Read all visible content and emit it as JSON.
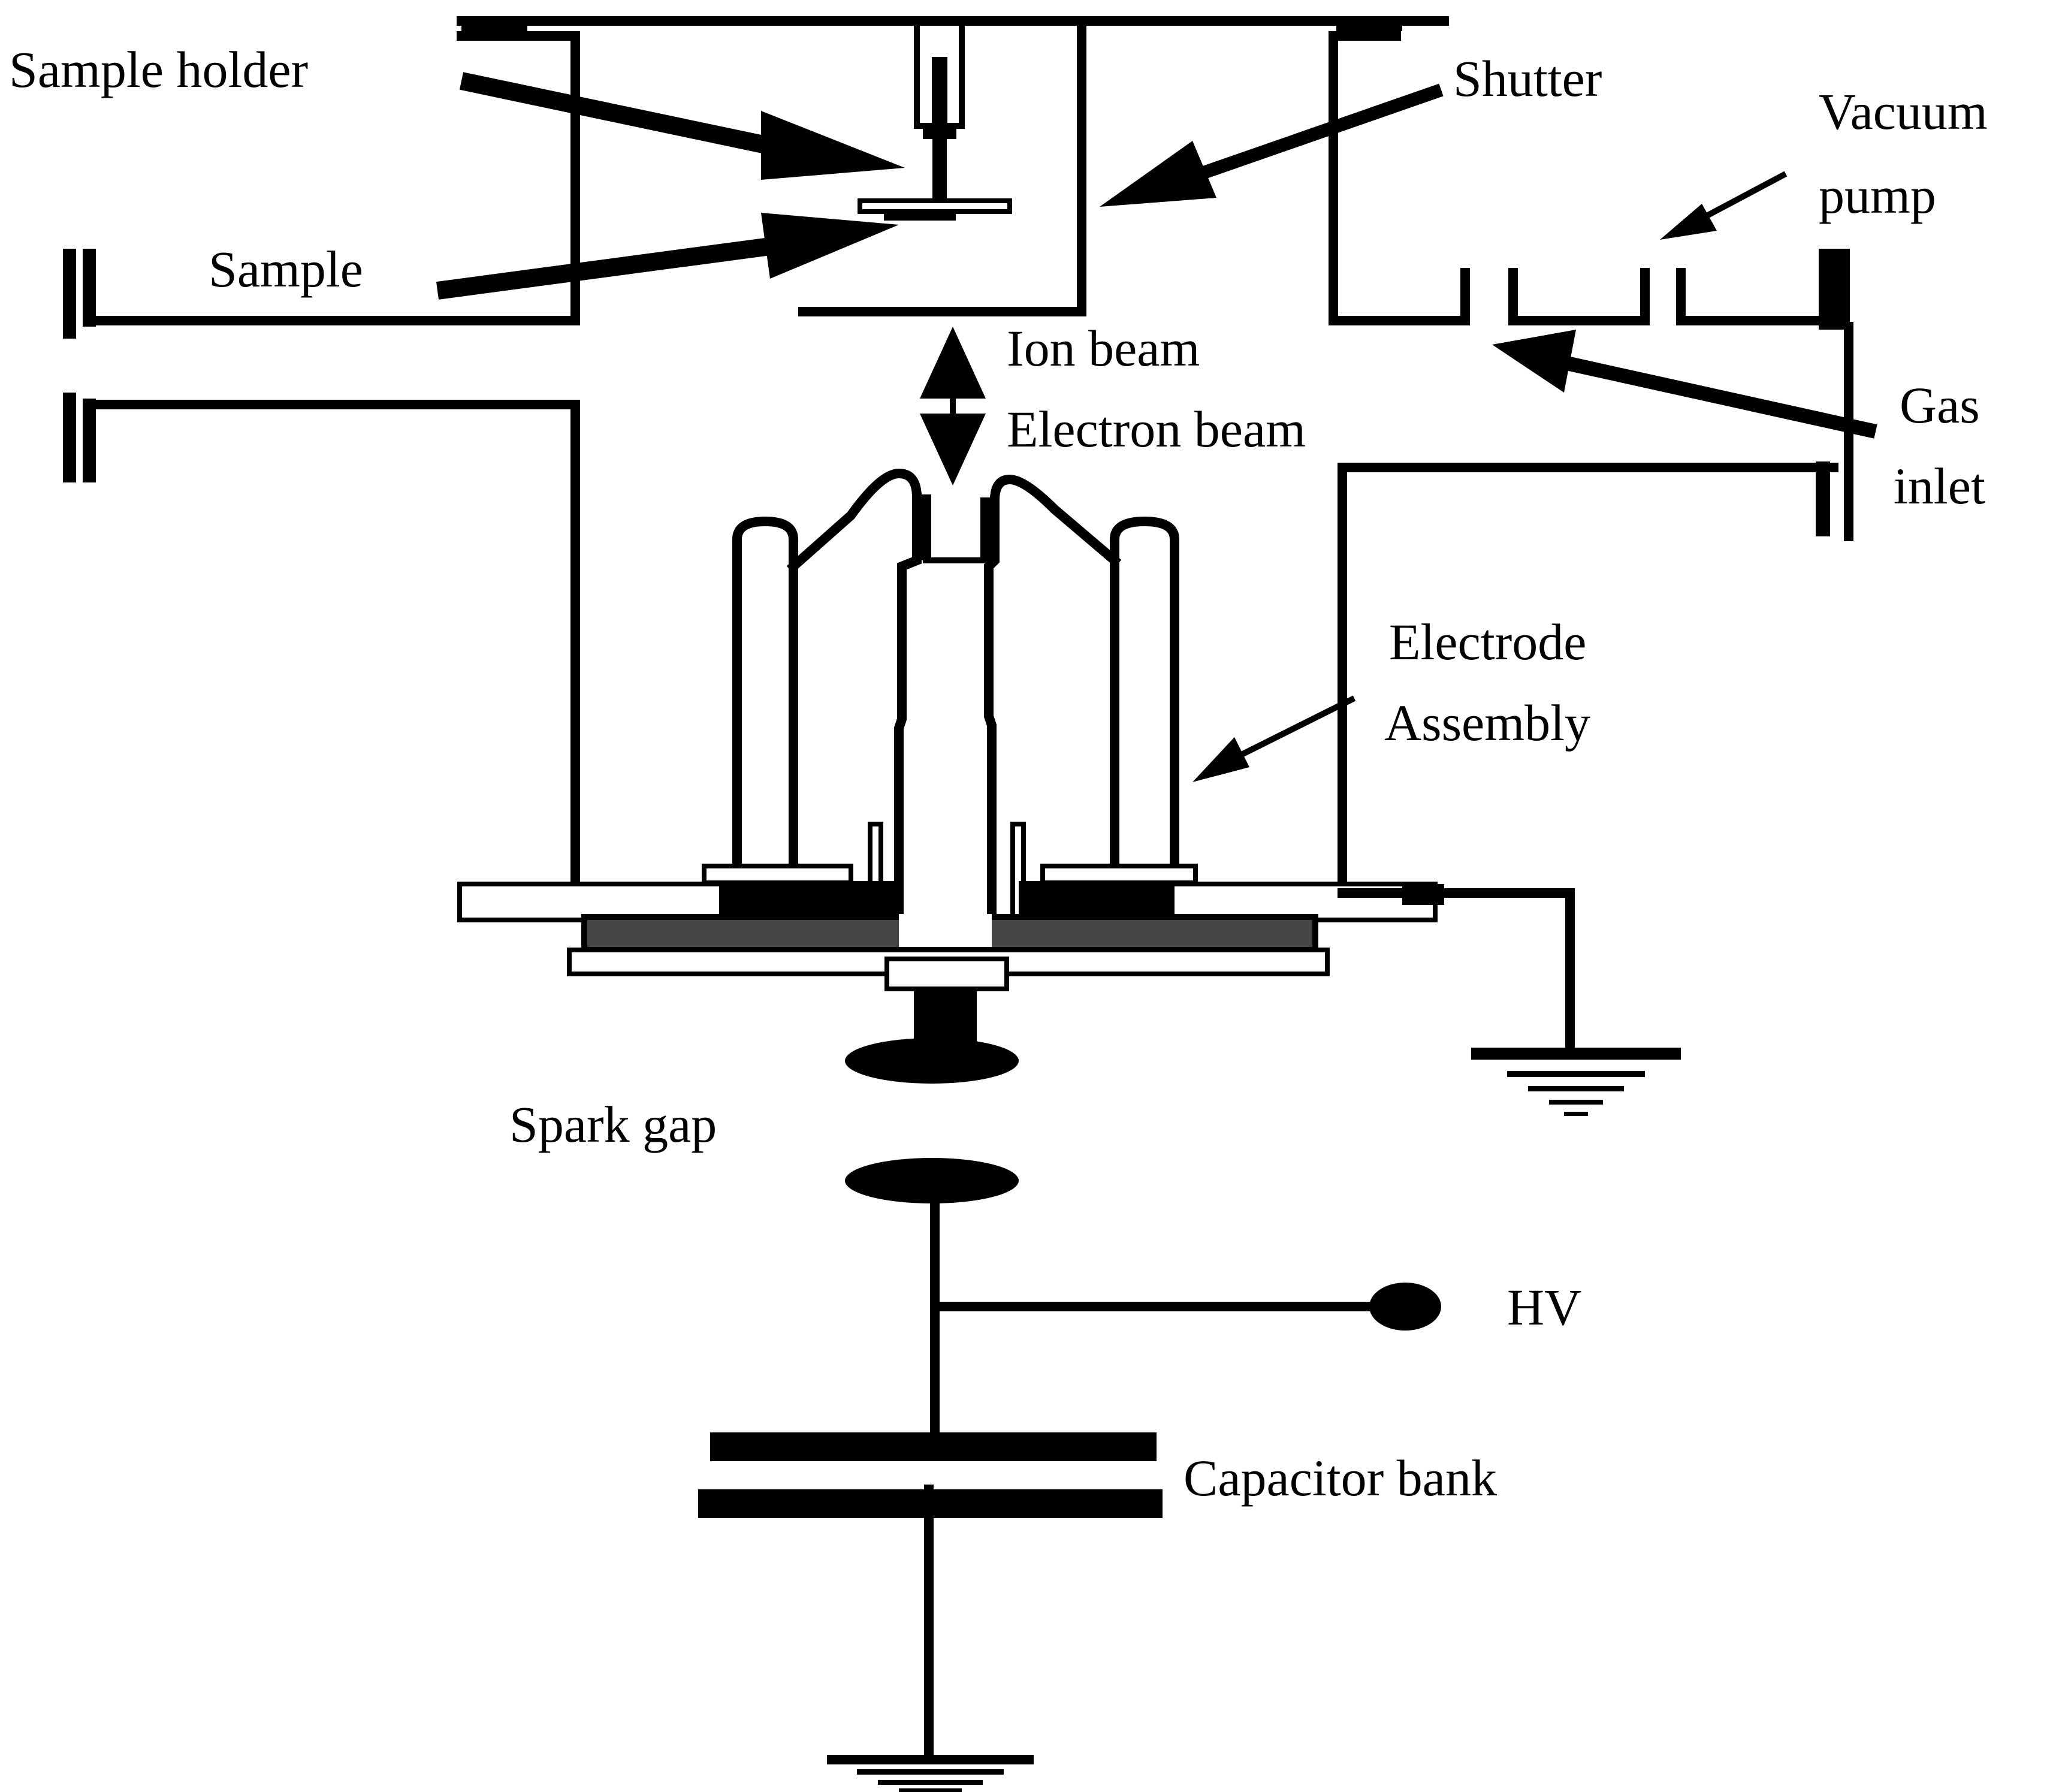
{
  "labels": {
    "sample_holder": "Sample holder",
    "sample": "Sample",
    "shutter": "Shutter",
    "vacuum_pump_line1": "Vacuum",
    "vacuum_pump_line2": "pump",
    "ion_beam": "Ion beam",
    "electron_beam": "Electron beam",
    "gas_inlet_line1": "Gas",
    "gas_inlet_line2": "inlet",
    "electrode_assembly_line1": "Electrode",
    "electrode_assembly_line2": "Assembly",
    "spark_gap": "Spark gap",
    "hv": "HV",
    "capacitor_bank": "Capacitor bank"
  },
  "colors": {
    "stroke": "#000000",
    "background": "#ffffff"
  }
}
